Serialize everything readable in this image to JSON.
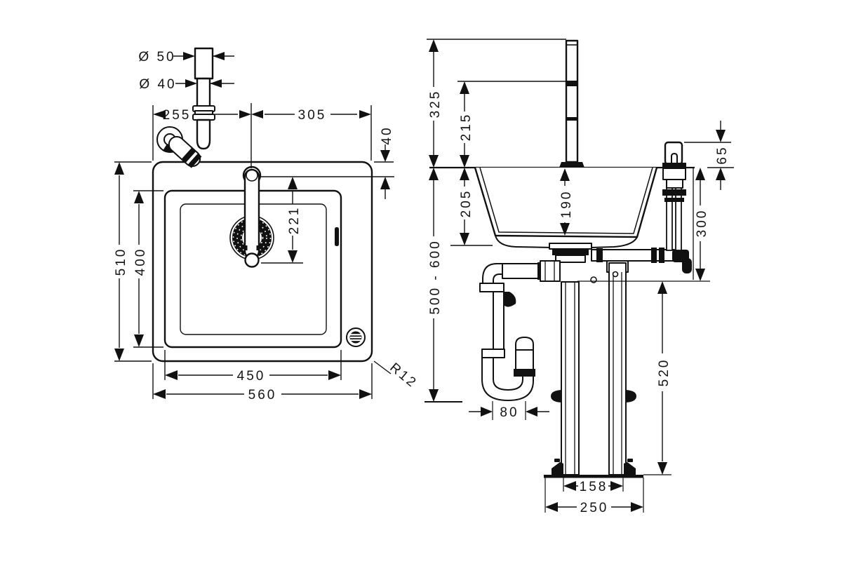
{
  "dims": {
    "top": {
      "tailpiece_outer_diameter": "Ø 50",
      "tailpiece_diameter": "Ø 40",
      "left_edge_to_tap_axis": "255",
      "tap_axis_to_right_edge": "305",
      "rim_to_tap_centre": "40",
      "overall_depth": "510",
      "bowl_depth": "400",
      "tap_to_lever_end": "221",
      "bowl_width": "450",
      "overall_width": "560",
      "corner_radius": "R12"
    },
    "front": {
      "tap_top_height": "325",
      "spout_outlet_height": "215",
      "handle_above_counter": "65",
      "bowl_outer_depth": "205",
      "bowl_inner_depth": "190",
      "counter_to_connection": "300",
      "counter_height_range": "500 - 600",
      "connection_to_floor": "520",
      "trap_offset": "80",
      "frame_width": "158",
      "base_plate_width": "250"
    }
  }
}
